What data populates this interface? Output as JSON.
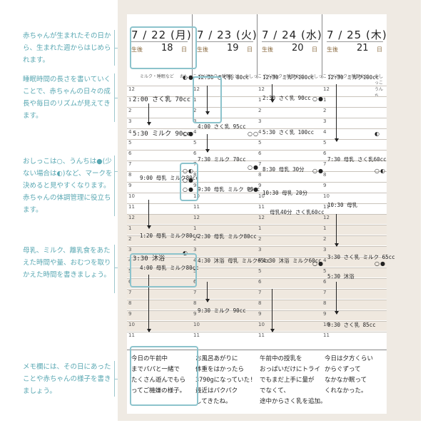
{
  "notes": [
    "赤ちゃんが生まれたその日から、生まれた週からはじめられます。",
    "睡眠時間の長さを書いていくことで、赤ちゃんの日々の成長や毎日のリズムが見えてきます。",
    "おしっこは○、うんちは●(少ない場合は◐)など、マークを決めると見やすくなります。赤ちゃんの体調管理に役立ちます。",
    "母乳、ミルク、離乳食をあたえた時間や量、おむつを取りかえた時間を書きましょう。",
    "メモ欄には、その日にあったことや赤ちゃんの様子を書きましょう。"
  ],
  "header": {
    "milk_label": "ミルク・睡眠など",
    "diaper_label": "おしっこ うんち",
    "age_prefix": "生後",
    "age_suffix": "日"
  },
  "days": [
    {
      "date": "7 / 22 (月)",
      "age": "18"
    },
    {
      "date": "7 / 23 (火)",
      "age": "19"
    },
    {
      "date": "7 / 24 (水)",
      "age": "20"
    },
    {
      "date": "7 / 25 (木)",
      "age": "21"
    }
  ],
  "hours_am": [
    "12",
    "1",
    "2",
    "3",
    "4",
    "5",
    "6",
    "7",
    "8",
    "9",
    "10",
    "11"
  ],
  "hours_pm": [
    "12",
    "1",
    "2",
    "3",
    "4",
    "5",
    "6",
    "7",
    "8",
    "9",
    "10",
    "11"
  ],
  "entries": {
    "d1": [
      "2:00 さく乳 70cc",
      "5:30 ミルク 90cc",
      "9:00 母乳 ミルク80cc",
      "1:20 母乳 ミルク80cc",
      "3:30 沐浴",
      "4:00 母乳 ミルク80cc"
    ],
    "d2": [
      "12:30 さく乳 80cc",
      "4:00 さく乳 95cc",
      "7:30 ミルク 70cc",
      "9:30 母乳 ミルク 90cc",
      "2:30 母乳 ミルク80cc",
      "4:30 沐浴 母乳 ミルク65cc",
      "9:30 ミルク 90cc"
    ],
    "d3": [
      "12:30 ミルク100cc",
      "2:30 さく乳 90cc",
      "5:30 さく乳 100cc",
      "8:30 母乳 30分",
      "10:30 母乳 20分",
      "母乳40分 さく乳60cc",
      "4:30 沐浴 ミルク60cc"
    ],
    "d4": [
      "12:30 ミルク100cc",
      "7:30 母乳 さく乳60cc",
      "10:30 母乳",
      "3:30 さく乳 ミルク 65cc",
      "5:30 沐浴",
      "9:30 さく乳 85cc"
    ]
  },
  "memos": [
    "今日の午前中\nまでパパと一緒で\nたくさん遊んでもら\nってご機嫌の様子。",
    "お風呂あがりに\n体重をはかったら\n3790gになっていた!\n最近はパクパク\nしてきたね。",
    "午前中の授乳を\nおっぱいだけにトライ\nでもまだ上手に量が\nでなくて、\n途中からさく乳を追加。",
    "今日は夕方くらい\nからぐずって\nなかなか眠って\nくれなかった。"
  ]
}
